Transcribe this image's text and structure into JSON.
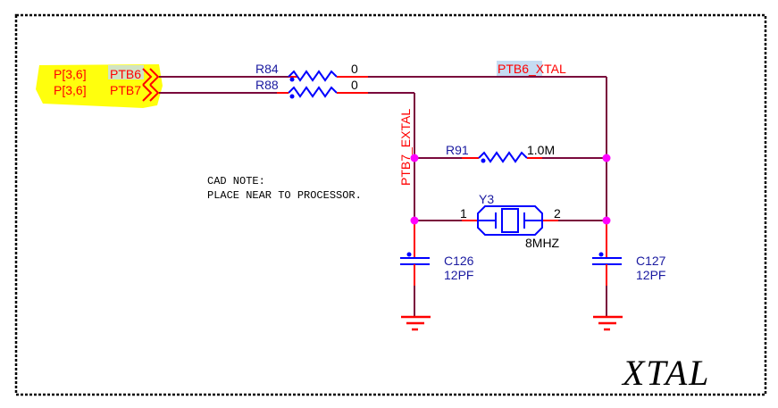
{
  "sheet": {
    "title": "XTAL",
    "cad_note": [
      "CAD NOTE:",
      "PLACE NEAR TO PROCESSOR."
    ]
  },
  "ports": [
    {
      "page_ref": "P[3,6]",
      "net": "PTB6"
    },
    {
      "page_ref": "P[3,6]",
      "net": "PTB7"
    }
  ],
  "nets": {
    "ptb6_xtal": {
      "part1": "PTB6",
      "part2": "_XTAL"
    },
    "ptb7_extal": "PTB7_EXTAL"
  },
  "components": {
    "r84": {
      "ref": "R84",
      "value": "0"
    },
    "r88": {
      "ref": "R88",
      "value": "0"
    },
    "r91": {
      "ref": "R91",
      "value": "1.0M"
    },
    "y3": {
      "ref": "Y3",
      "value": "8MHZ",
      "pin1": "1",
      "pin2": "2"
    },
    "c126": {
      "ref": "C126",
      "value": "12PF"
    },
    "c127": {
      "ref": "C127",
      "value": "12PF"
    }
  },
  "colors": {
    "wire": "#7a0a3c",
    "pin": "#ff0000",
    "part": "#0000ff",
    "junction": "#ff00ff",
    "highlight": "#ffff00",
    "selection": "#c5dcf2"
  }
}
